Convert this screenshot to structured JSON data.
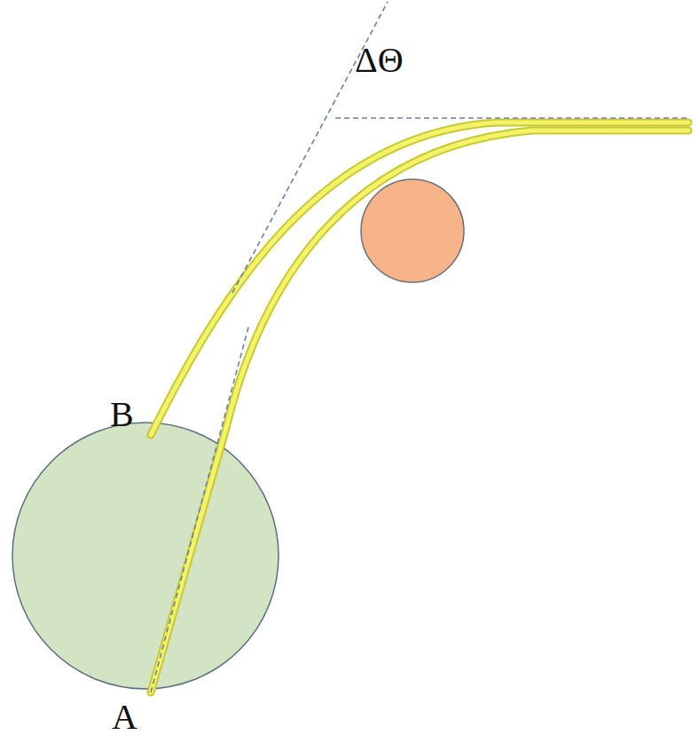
{
  "diagram": {
    "labels": [
      "ΔΘ",
      "B",
      "A"
    ]
  }
}
